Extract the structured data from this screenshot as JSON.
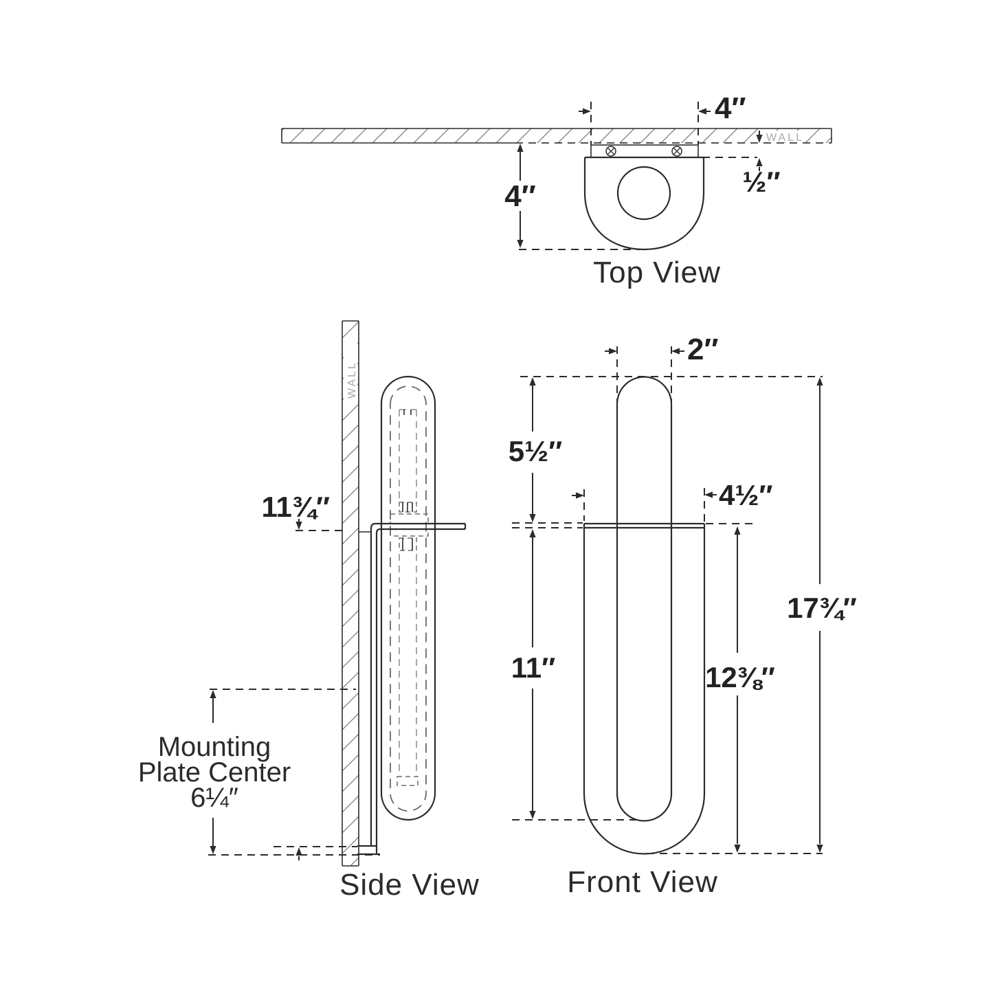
{
  "drawing": {
    "top_view": {
      "title": "Top View",
      "wall_text": "WALL",
      "dim_plate_width": "4″",
      "dim_depth": "4″",
      "dim_plate_thickness": "½″"
    },
    "side_view": {
      "title": "Side View",
      "wall_text": "WALL",
      "dim_arm_height": "11¾″",
      "mounting_label_line1": "Mounting",
      "mounting_label_line2": "Plate Center",
      "mounting_label_line3": "6¼″"
    },
    "front_view": {
      "title": "Front View",
      "dim_tube_width": "2″",
      "dim_top_to_bracket": "5½″",
      "dim_bracket_width": "4½″",
      "dim_bracket_to_inner_bottom": "11″",
      "dim_bracket_to_outer_bottom": "12⅜″",
      "dim_overall_height": "17¾″"
    },
    "colors": {
      "line": "#2b2b2b",
      "wall_text": "#a9a9a9",
      "background": "#ffffff"
    }
  }
}
